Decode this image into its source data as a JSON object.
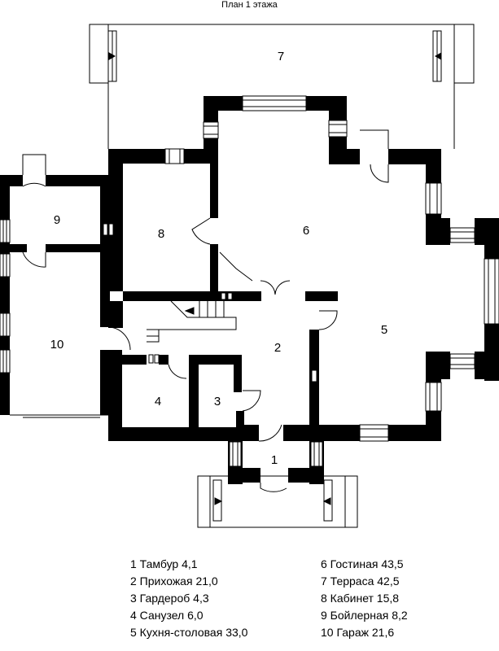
{
  "title": "План 1 этажа",
  "room_numbers": [
    "1",
    "2",
    "3",
    "4",
    "5",
    "6",
    "7",
    "8",
    "9",
    "10"
  ],
  "legend_left": [
    "1 Тамбур 4,1",
    "2 Прихожая 21,0",
    "3 Гардероб 4,3",
    "4 Санузел 6,0",
    "5 Кухня-столовая 33,0"
  ],
  "legend_right": [
    "6 Гостиная 43,5",
    "7 Терраса 42,5",
    "8 Кабинет 15,8",
    "9 Бойлерная 8,2",
    "10 Гараж 21,6"
  ],
  "colors": {
    "wall": "#000000",
    "line": "#000000",
    "background": "#ffffff"
  }
}
